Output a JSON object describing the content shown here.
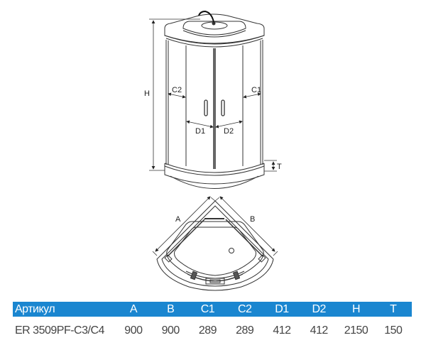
{
  "diagram": {
    "front_view": {
      "labels": {
        "height": "H",
        "tray": "T",
        "c1": "C1",
        "c2": "C2",
        "d1": "D1",
        "d2": "D2"
      }
    },
    "top_view": {
      "labels": {
        "a": "A",
        "b": "B"
      }
    }
  },
  "table": {
    "headers": [
      "Артикул",
      "A",
      "B",
      "C1",
      "C2",
      "D1",
      "D2",
      "H",
      "T"
    ],
    "rows": [
      [
        "ER 3509PF-C3/C4",
        "900",
        "900",
        "289",
        "289",
        "412",
        "412",
        "2150",
        "150"
      ]
    ],
    "header_color": "#1a86d0"
  }
}
